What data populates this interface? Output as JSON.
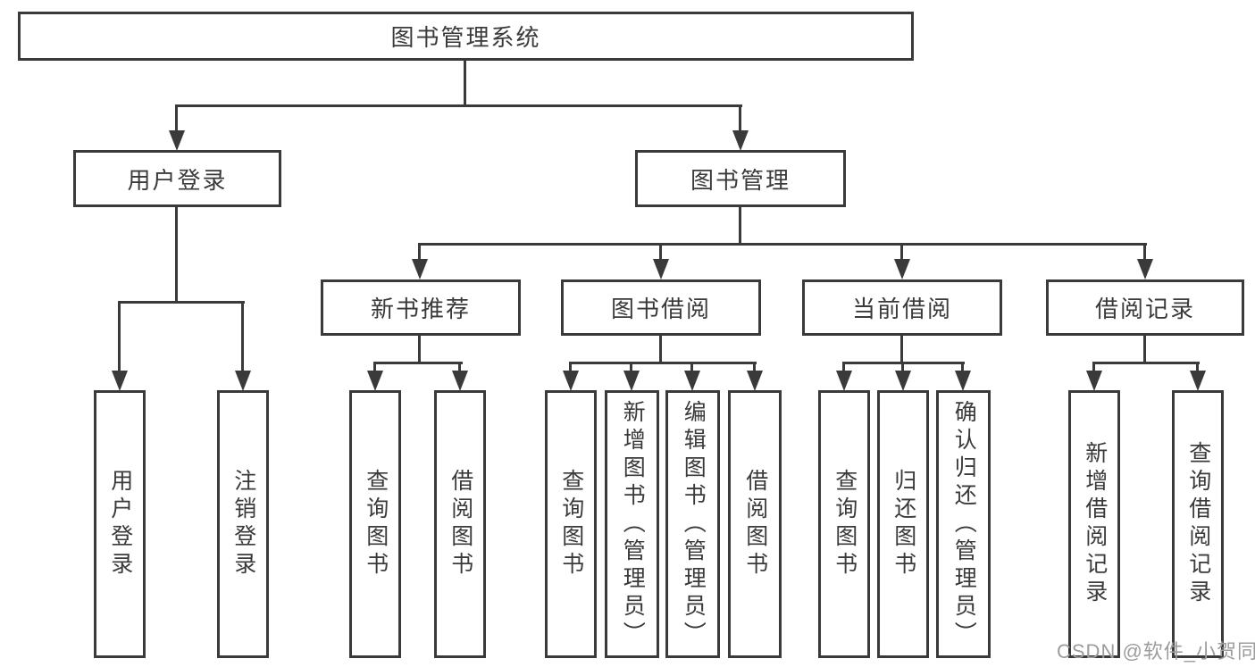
{
  "tree": {
    "root": {
      "label": "图书管理系统"
    },
    "branches": [
      {
        "label": "用户登录",
        "leaves": [
          "用户登录",
          "注销登录"
        ]
      },
      {
        "label": "图书管理",
        "groups": [
          {
            "label": "新书推荐",
            "leaves": [
              "查询图书",
              "借阅图书"
            ]
          },
          {
            "label": "图书借阅",
            "leaves": [
              "查询图书",
              "新增图书（管理员）",
              "编辑图书（管理员）",
              "借阅图书"
            ]
          },
          {
            "label": "当前借阅",
            "leaves": [
              "查询图书",
              "归还图书",
              "确认归还（管理员）"
            ]
          },
          {
            "label": "借阅记录",
            "leaves": [
              "新增借阅记录",
              "查询借阅记录"
            ]
          }
        ]
      }
    ]
  },
  "watermark": "CSDN @软件_小贺同学",
  "colors": {
    "line": "#3a3a3a",
    "text": "#3a3a3a",
    "watermark": "#9c9c9c",
    "background": "#ffffff"
  }
}
